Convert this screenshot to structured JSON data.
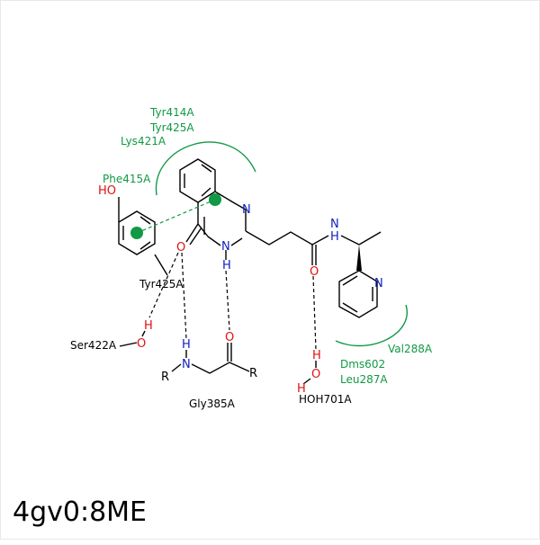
{
  "title": "4gv0:8ME",
  "colors": {
    "hydrophobic": "#119944",
    "oxygen": "#e01010",
    "nitrogen": "#1020c0",
    "bond": "#000000"
  },
  "residues": {
    "tyr414": "Tyr414A",
    "tyr425_top": "Tyr425A",
    "lys421": "Lys421A",
    "phe415": "Phe415A",
    "tyr425": "Tyr425A",
    "ser422": "Ser422A",
    "gly385": "Gly385A",
    "val288": "Val288A",
    "dms602": "Dms602",
    "leu287": "Leu287A",
    "hoh701": "HOH701A"
  },
  "atoms": {
    "ho": "HO",
    "o_carbonyl": "O",
    "n_ring_top": "N",
    "n_ring_bottom": "N",
    "h_ring": "H",
    "n_amide": "N",
    "h_amide": "H",
    "o_amide": "O",
    "n_pyridine": "N",
    "h_ser": "H",
    "o_ser": "O",
    "h_gly": "H",
    "n_gly": "N",
    "o_gly": "O",
    "r_left": "R",
    "r_right": "R",
    "h_water": "H",
    "o_water": "O",
    "h_water2": "H"
  }
}
